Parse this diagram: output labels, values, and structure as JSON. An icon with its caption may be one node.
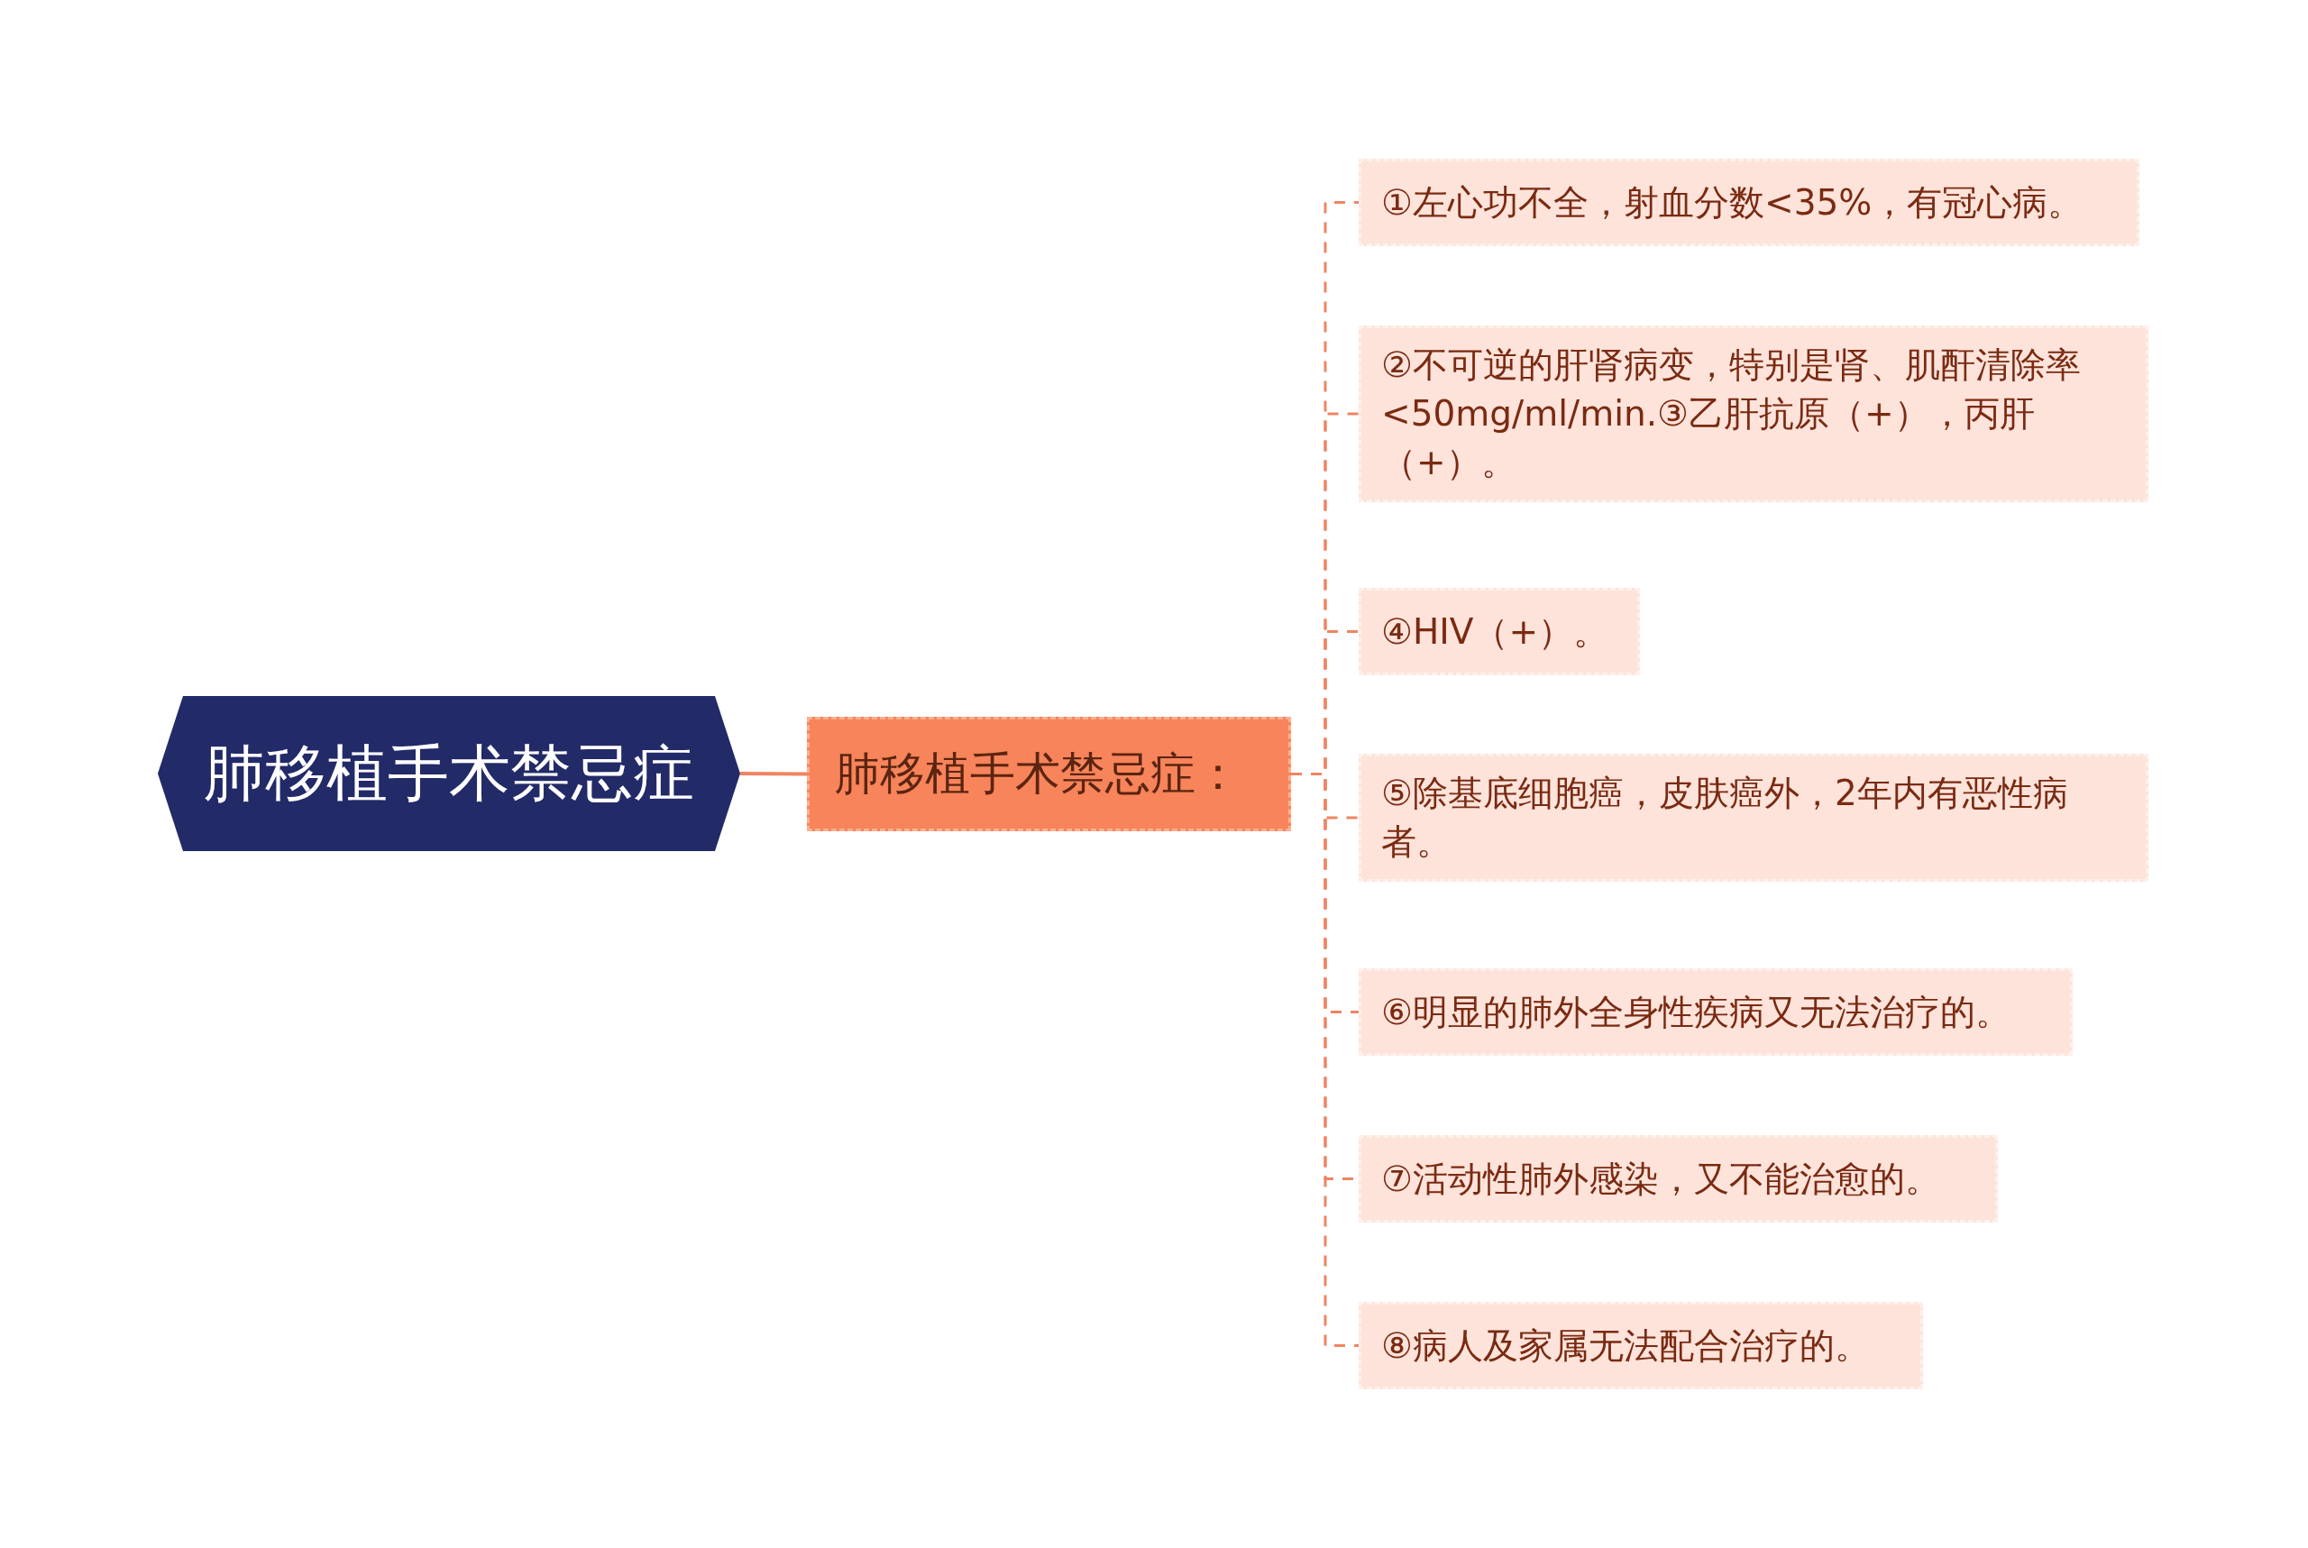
{
  "diagram": {
    "nodes": [
      {
        "text": [
          "肺移植手术禁忌症"
        ]
      },
      {
        "text": [
          "肺移植手术禁忌症："
        ]
      },
      {
        "text": [
          "①左心功不全，射血分数<35%，有冠心病。"
        ]
      },
      {
        "text": [
          "②不可逆的肝肾病变，特别是肾、肌酐清除率<50mg/ml/min.③乙肝抗原（+），丙肝（+）。"
        ]
      },
      {
        "text": [
          "④HIV（+）。"
        ]
      },
      {
        "text": [
          "⑤除基底细胞癌，皮肤癌外，2年内有恶性病者。"
        ]
      },
      {
        "text": [
          "⑥明显的肺外全身性疾病又无法治疗的。"
        ]
      },
      {
        "text": [
          "⑦活动性肺外感染，又不能治愈的。"
        ]
      },
      {
        "text": [
          "⑧病人及家属无法配合治疗的。"
        ]
      }
    ],
    "edges": [
      {
        "from": 0,
        "to": 1,
        "arrow": "none"
      },
      {
        "from": 1,
        "to": 2,
        "arrow": "none",
        "style": "dashed"
      },
      {
        "from": 1,
        "to": 3,
        "arrow": "none",
        "style": "dashed"
      },
      {
        "from": 1,
        "to": 4,
        "arrow": "none",
        "style": "dashed"
      },
      {
        "from": 1,
        "to": 5,
        "arrow": "none",
        "style": "dashed"
      },
      {
        "from": 1,
        "to": 6,
        "arrow": "none",
        "style": "dashed"
      },
      {
        "from": 1,
        "to": 7,
        "arrow": "none",
        "style": "dashed"
      },
      {
        "from": 1,
        "to": 8,
        "arrow": "none",
        "style": "dashed"
      }
    ]
  }
}
